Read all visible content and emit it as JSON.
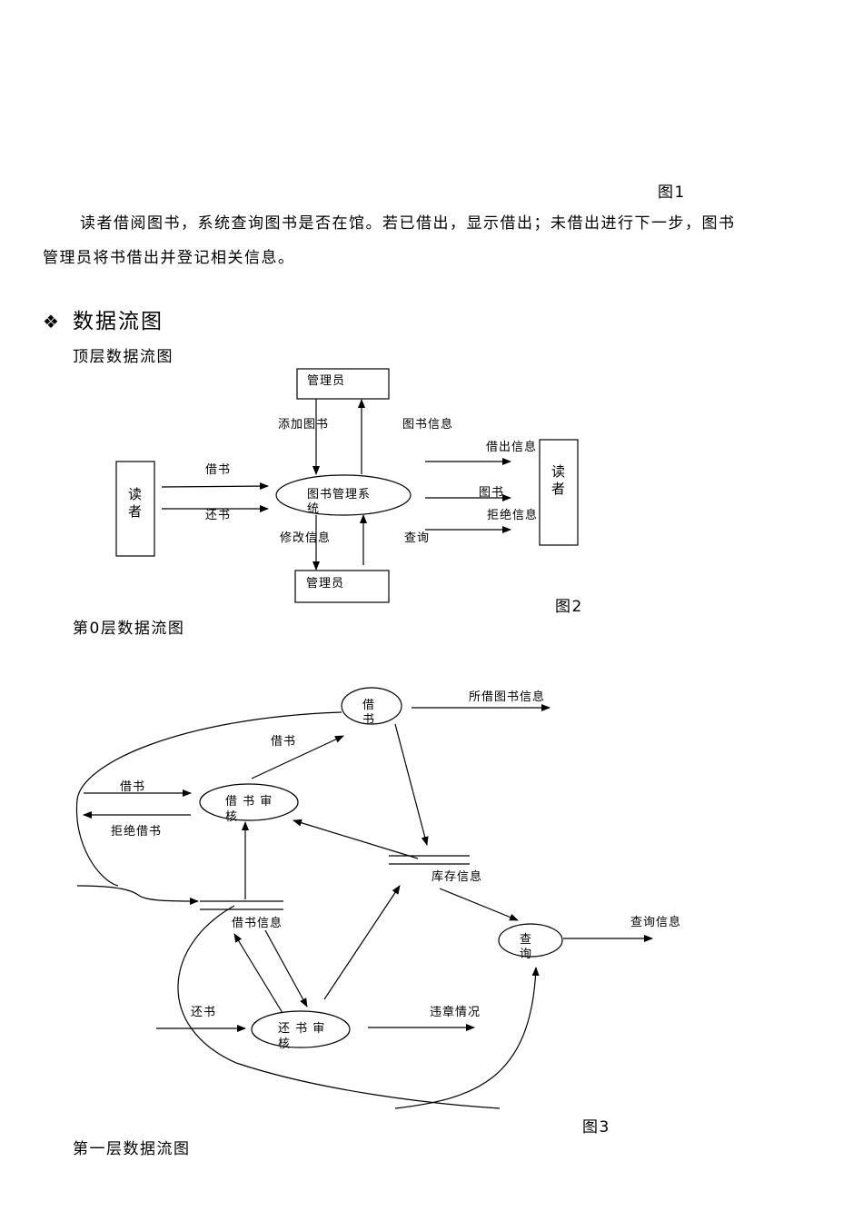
{
  "figure1_caption": "图1",
  "paragraph": {
    "line1": "读者借阅图书，系统查询图书是否在馆。若已借出，显示借出；未借出进行下一步，图书",
    "line2": "管理员将书借出并登记相关信息。"
  },
  "section": {
    "bullet": "❖",
    "title": "数据流图"
  },
  "top_level": {
    "heading": "顶层数据流图",
    "manager_top": "管理员",
    "manager_bottom": "管理员",
    "reader_left": [
      "读",
      "者"
    ],
    "reader_right": [
      "读",
      "者"
    ],
    "process": [
      "图书管理系",
      "统"
    ],
    "flows": {
      "add_book": "添加图书",
      "book_info": "图书信息",
      "borrow": "借书",
      "return": "还书",
      "lend_info": "借出信息",
      "book": "图书",
      "reject_info": "拒绝信息",
      "query": "查询",
      "modify_info": "修改信息"
    },
    "caption": "图2"
  },
  "level0": {
    "heading": "第0层数据流图",
    "processes": {
      "borrow": [
        "借",
        "书"
      ],
      "borrow_review": [
        "借 书 审",
        "核"
      ],
      "return_review": [
        "还 书 审",
        "核"
      ],
      "query": [
        "查",
        "询"
      ]
    },
    "stores": {
      "inventory": "库存信息",
      "borrow_info": "借书信息"
    },
    "flows": {
      "borrowed_info": "所借图书信息",
      "borrow_up": "借书",
      "borrow_in": "借书",
      "reject_borrow": "拒绝借书",
      "return_in": "还书",
      "violation": "违章情况",
      "query_info": "查询信息"
    },
    "caption": "图3"
  },
  "level1_heading": "第一层数据流图"
}
